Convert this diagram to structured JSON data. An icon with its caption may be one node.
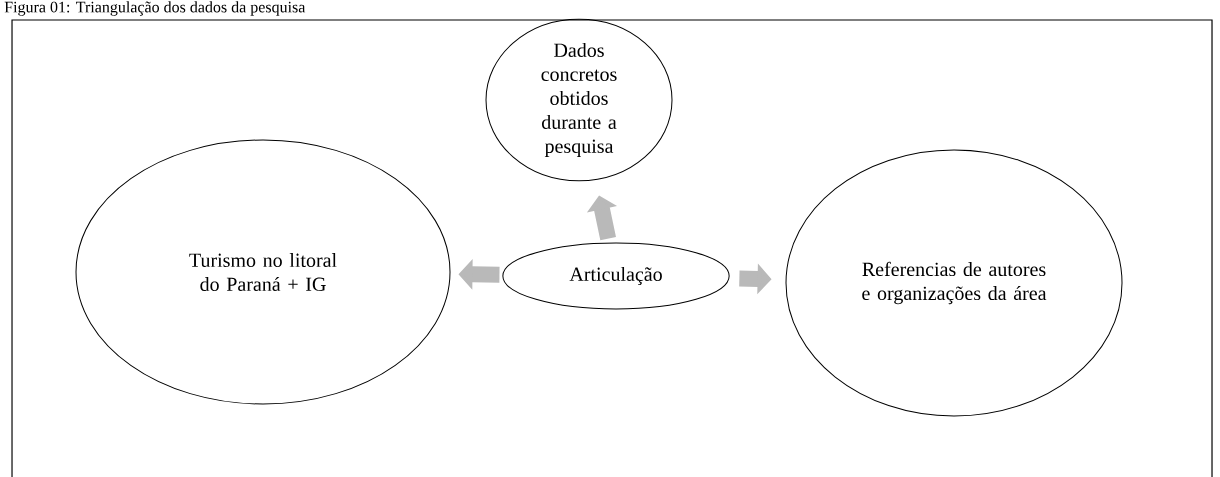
{
  "diagram": {
    "title": "Figura 01: Triangulação dos dados da pesquisa",
    "nodes": [
      {
        "text": [
          "Dados concretos obtidos durante a pesquisa"
        ]
      },
      {
        "text": [
          "Turismo no litoral do Paraná + IG"
        ]
      },
      {
        "text": [
          "Articulação"
        ]
      },
      {
        "text": [
          "Referencias de autores e organizações da área"
        ]
      }
    ],
    "edges": [
      {
        "from": 2,
        "to": 0,
        "arrow": "to"
      },
      {
        "from": 2,
        "to": 1,
        "arrow": "to"
      },
      {
        "from": 2,
        "to": 3,
        "arrow": "to"
      }
    ]
  }
}
